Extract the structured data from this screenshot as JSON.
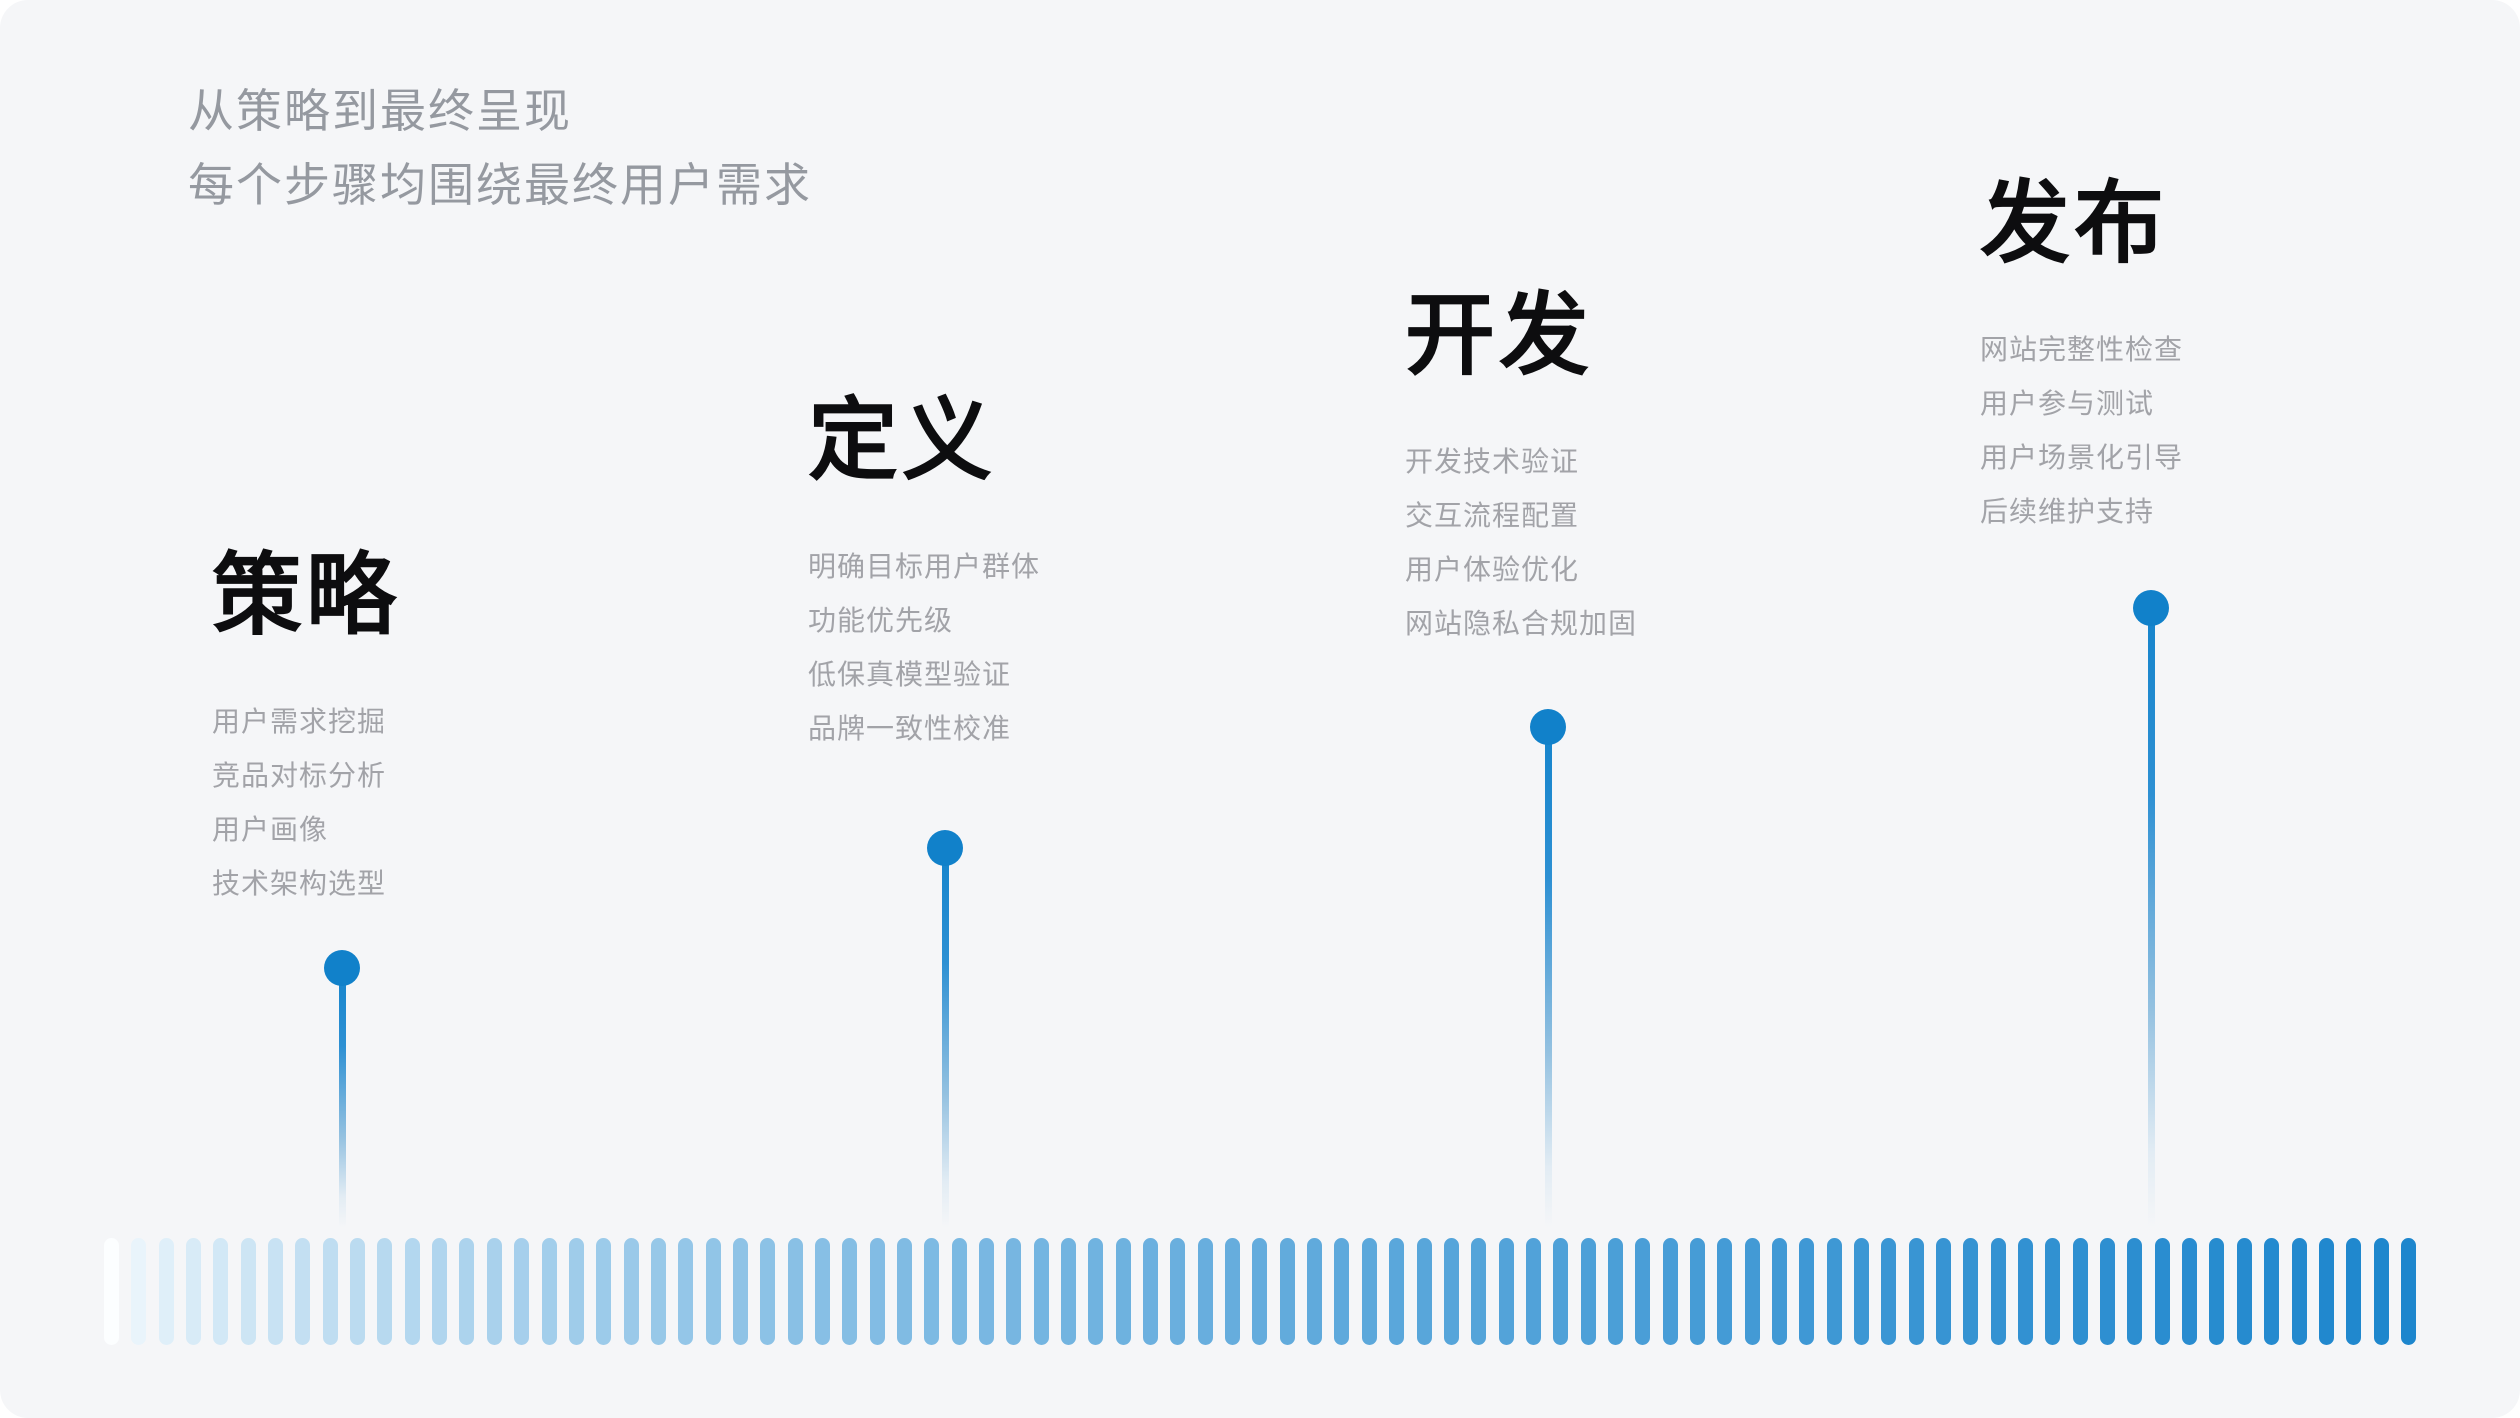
{
  "header": {
    "line1": "从策略到最终呈现",
    "line2": "每个步骤均围绕最终用户需求"
  },
  "stages": [
    {
      "title": "策略",
      "items": [
        "用户需求挖掘",
        "竞品对标分析",
        "用户画像",
        "技术架构选型"
      ]
    },
    {
      "title": "定义",
      "items": [
        "明确目标用户群体",
        "功能优先级",
        "低保真模型验证",
        "品牌一致性校准"
      ]
    },
    {
      "title": "开发",
      "items": [
        "开发技术验证",
        "交互流程配置",
        "用户体验优化",
        "网站隐私合规加固"
      ]
    },
    {
      "title": "发布",
      "items": [
        "网站完整性检查",
        "用户参与测试",
        "用户场景化引导",
        "后续维护支持"
      ]
    }
  ],
  "timeline": {
    "bar_count": 85,
    "bar_color_start": "#fcfeff",
    "bar_color_end": "#1d86cd",
    "fade_exponent": 0.55
  },
  "colors": {
    "accent": "#1181ca",
    "background": "#f5f6f8",
    "title_text": "#0d0d0f",
    "muted_text": "#a2a3a8",
    "header_text": "#9599a0"
  }
}
